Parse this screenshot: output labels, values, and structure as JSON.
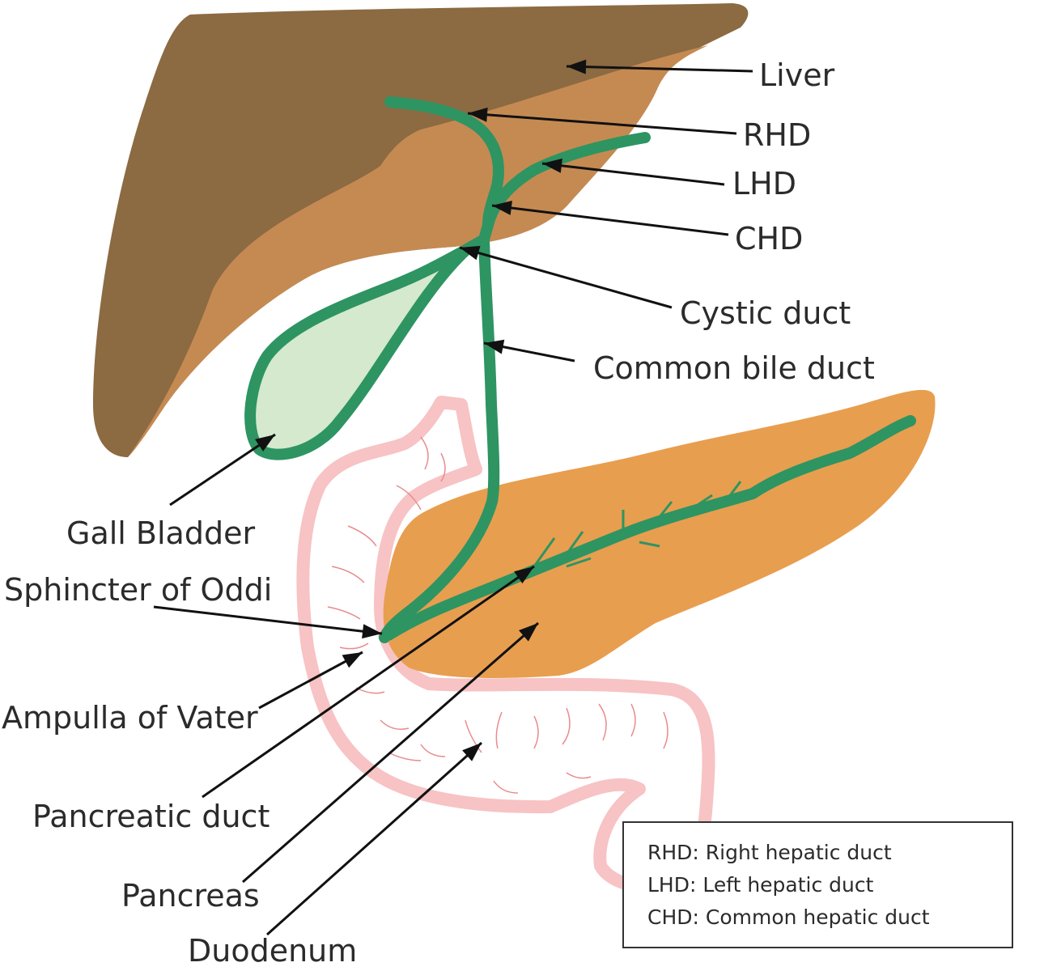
{
  "labels": {
    "liver": "Liver",
    "rhd": "RHD",
    "lhd": "LHD",
    "chd": "CHD",
    "cystic_duct": "Cystic duct",
    "common_bile_duct": "Common bile duct",
    "gall_bladder": "Gall Bladder",
    "sphincter_of_oddi": "Sphincter of Oddi",
    "ampulla_of_vater": "Ampulla of Vater",
    "pancreatic_duct": "Pancreatic duct",
    "pancreas": "Pancreas",
    "duodenum": "Duodenum"
  },
  "legend": [
    "RHD: Right hepatic duct",
    "LHD: Left hepatic duct",
    "CHD: Common hepatic duct"
  ],
  "colors": {
    "liver_dark": "#8c6a42",
    "liver_light": "#c58a52",
    "duct_green": "#2e9462",
    "gallbladder_fill": "#d4e9cd",
    "pancreas": "#e89e4f",
    "duodenum_wall": "#f7c3c4",
    "duodenum_folds": "#e98b8d"
  }
}
